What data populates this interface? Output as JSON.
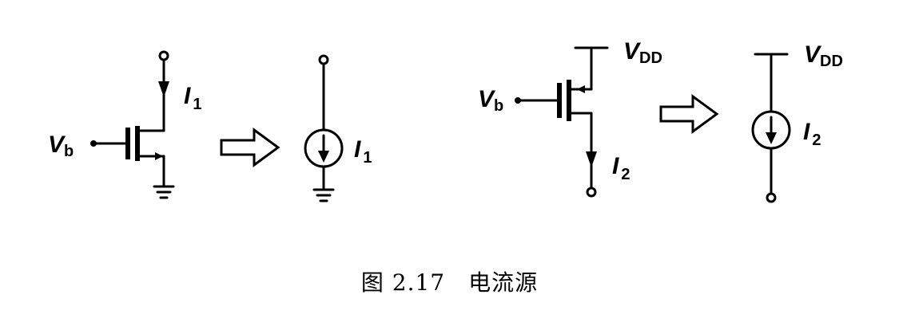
{
  "labels": {
    "vb_left": "V",
    "vb_left_sub": "b",
    "i1_mos": "I",
    "i1_mos_sub": "1",
    "i1_source": "I",
    "i1_source_sub": "1",
    "vdd_mos": "V",
    "vdd_mos_sub": "DD",
    "vb_right": "V",
    "vb_right_sub": "b",
    "i2_mos": "I",
    "i2_mos_sub": "2",
    "vdd_source": "V",
    "vdd_source_sub": "DD",
    "i2_source": "I",
    "i2_source_sub": "2"
  },
  "caption": "图 2.17　电流源"
}
